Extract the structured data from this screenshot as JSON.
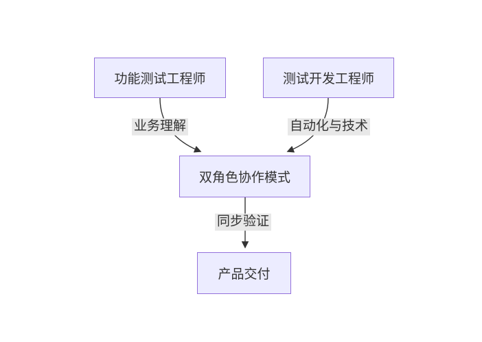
{
  "diagram": {
    "type": "flowchart",
    "direction": "top-down",
    "nodes": [
      {
        "id": "functional-tester",
        "label": "功能测试工程师"
      },
      {
        "id": "test-dev-engineer",
        "label": "测试开发工程师"
      },
      {
        "id": "dual-role-collaboration",
        "label": "双角色协作模式"
      },
      {
        "id": "product-delivery",
        "label": "产品交付"
      }
    ],
    "edges": [
      {
        "from": "功能测试工程师",
        "to": "双角色协作模式",
        "label": "业务理解"
      },
      {
        "from": "测试开发工程师",
        "to": "双角色协作模式",
        "label": "自动化与技术"
      },
      {
        "from": "双角色协作模式",
        "to": "产品交付",
        "label": "同步验证"
      }
    ],
    "colors": {
      "background": "#ffffff",
      "node_fill": "#ececff",
      "node_border": "#9370db",
      "edge": "#333333",
      "text": "#333333",
      "label_bg": "#e8e8e8"
    }
  }
}
